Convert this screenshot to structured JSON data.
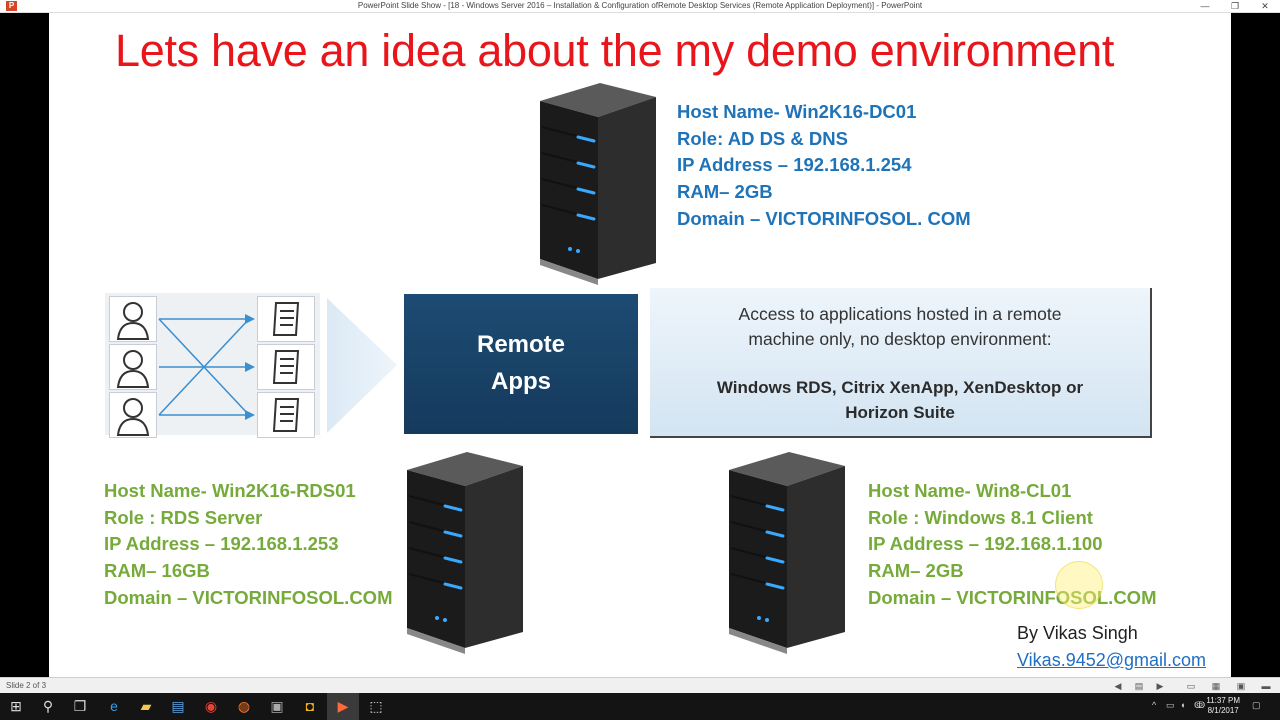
{
  "window": {
    "app_logo": "P",
    "title": "PowerPoint Slide Show - [18 - Windows Server 2016 – Installation & Configuration ofRemote Desktop Services (Remote Application Deployment)] - PowerPoint",
    "minimize": "—",
    "restore": "❐",
    "close": "✕"
  },
  "slide": {
    "title": "Lets have an idea about the my demo environment",
    "dc": {
      "host": "Host Name- Win2K16-DC01",
      "role": "Role: AD DS & DNS",
      "ip": "IP Address – 192.168.1.254",
      "ram": "RAM– 2GB",
      "domain": "Domain – VICTORINFOSOL. COM"
    },
    "rds": {
      "host": "Host Name- Win2K16-RDS01",
      "role": "Role : RDS Server",
      "ip": "IP Address – 192.168.1.253",
      "ram": "RAM– 16GB",
      "domain": "Domain – VICTORINFOSOL.COM"
    },
    "client": {
      "host": "Host Name- Win8-CL01",
      "role": "Role : Windows 8.1 Client",
      "ip": "IP Address – 192.168.1.100",
      "ram": "RAM– 2GB",
      "domain": "Domain – VICTORINFOSOL.COM"
    },
    "diagram": {
      "box_line1": "Remote",
      "box_line2": "Apps",
      "desc_line1": "Access to applications hosted in a remote",
      "desc_line2": "machine only, no desktop environment:",
      "desc_bold1": "Windows RDS, Citrix XenApp, XenDesktop or",
      "desc_bold2": "Horizon Suite"
    },
    "author": "By Vikas Singh",
    "email": "Vikas.9452@gmail.com"
  },
  "statusbar": {
    "slide_no": "Slide 2 of 3"
  },
  "taskbar": {
    "clock_time": "11:37 PM",
    "clock_date": "8/1/2017"
  },
  "colors": {
    "title_red": "#e8161b",
    "info_blue": "#1f73b8",
    "info_green": "#76ab3b",
    "remote_box": "#1d4b73"
  }
}
